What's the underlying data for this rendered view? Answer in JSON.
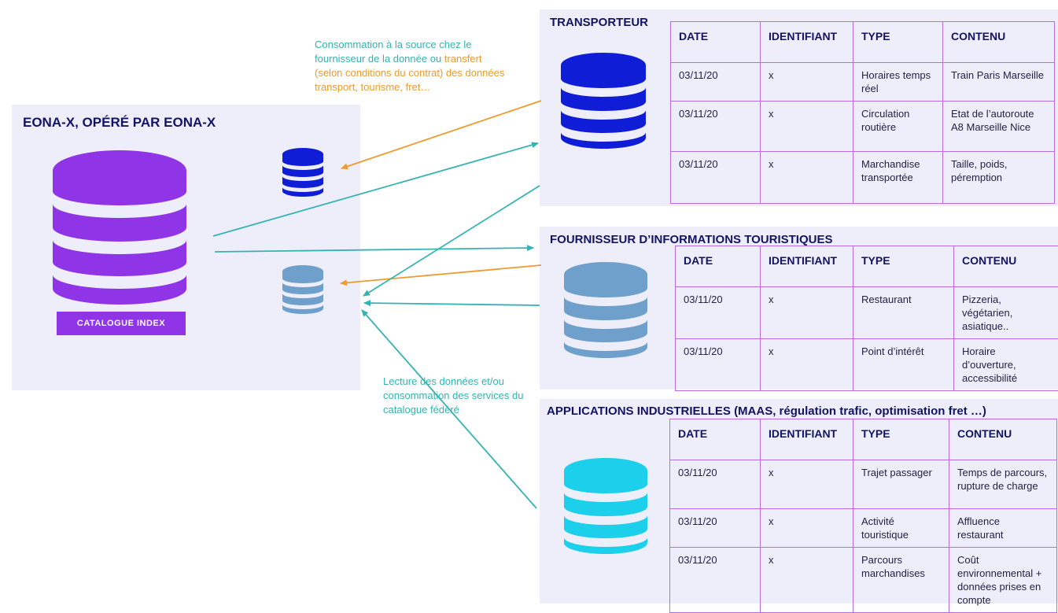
{
  "colors": {
    "purple": "#8f34e6",
    "navy_blue": "#0f1ed6",
    "steel_blue": "#6fa0cc",
    "cyan": "#1ccfea",
    "table_border": "#b56ce6",
    "arrow_teal": "#35b3b3",
    "arrow_orange": "#ee9a2e",
    "panel_bg": "#eeeefa"
  },
  "eona": {
    "title": "EONA-X, OPÉRÉ PAR EONA-X",
    "catalogue_label": "CATALOGUE  INDEX",
    "icons": [
      "database-icon-purple",
      "database-icon-blue",
      "database-icon-lightblue"
    ]
  },
  "top_note": {
    "teal_part": "Consommation à la source chez le fournisseur de la donnée",
    "connector": " ou ",
    "orange_part": "transfert (selon conditions du contrat) des données transport, tourisme, fret…"
  },
  "bottom_note": {
    "text": "Lecture des données et/ou consommation des services du catalogue fédéré"
  },
  "headers": {
    "date": "DATE",
    "id": "IDENTIFIANT",
    "type": "TYPE",
    "content": "CONTENU"
  },
  "transporteur": {
    "title": "TRANSPORTEUR",
    "rows": [
      {
        "date": "03/11/20",
        "id": "x",
        "type": "Horaires temps réel",
        "content": "Train Paris Marseille"
      },
      {
        "date": "03/11/20",
        "id": "x",
        "type": "Circulation routière",
        "content": "Etat de l’autoroute A8 Marseille Nice"
      },
      {
        "date": "03/11/20",
        "id": "x",
        "type": "Marchandise transportée",
        "content": "Taille, poids, péremption"
      }
    ]
  },
  "tourisme": {
    "title": "FOURNISSEUR D’INFORMATIONS TOURISTIQUES",
    "rows": [
      {
        "date": "03/11/20",
        "id": "x",
        "type": "Restaurant",
        "content": "Pizzeria, végétarien, asiatique.."
      },
      {
        "date": "03/11/20",
        "id": "x",
        "type": "Point d’intérêt",
        "content": "Horaire d’ouverture, accessibilité"
      }
    ]
  },
  "applications": {
    "title": "APPLICATIONS INDUSTRIELLES (MAAS, régulation trafic, optimisation fret …)",
    "rows": [
      {
        "date": "03/11/20",
        "id": "x",
        "type": "Trajet passager",
        "content": "Temps de parcours, rupture de charge"
      },
      {
        "date": "03/11/20",
        "id": "x",
        "type": "Activité touristique",
        "content": "Affluence restaurant"
      },
      {
        "date": "03/11/20",
        "id": "x",
        "type": "Parcours marchandises",
        "content": "Coût environnemental + données prises en compte"
      }
    ]
  }
}
